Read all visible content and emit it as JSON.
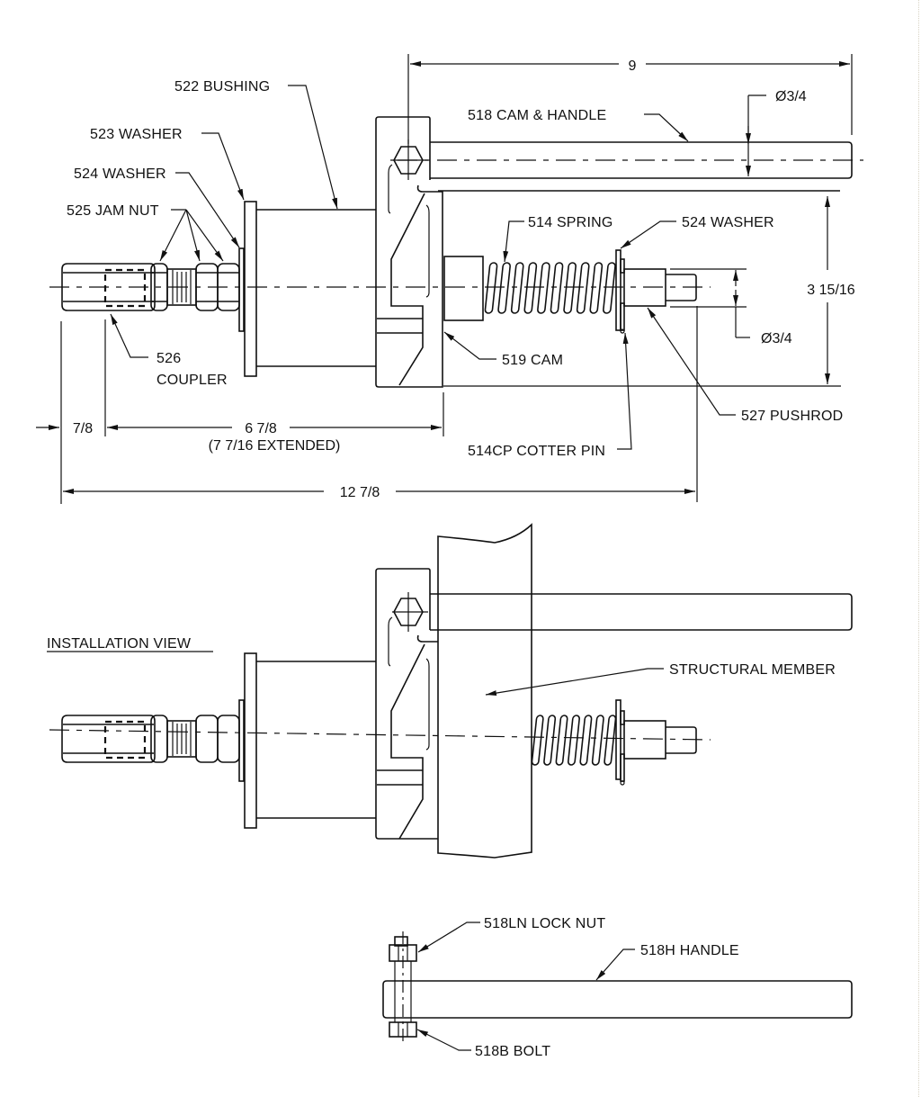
{
  "drawing": {
    "title": "Cam Lock Assembly Drawing",
    "main_view": {
      "labels": {
        "bushing": "522 BUSHING",
        "washer_523": "523 WASHER",
        "washer_524_left": "524 WASHER",
        "jam_nut": "525 JAM NUT",
        "coupler_num": "526",
        "coupler_name": "COUPLER",
        "cam_handle": "518 CAM & HANDLE",
        "spring": "514 SPRING",
        "washer_524_right": "524 WASHER",
        "cam": "519 CAM",
        "pushrod": "527 PUSHROD",
        "cotter_pin": "514CP COTTER PIN"
      },
      "dimensions": {
        "handle_length": "9",
        "handle_diameter": "Ø3/4",
        "height": "3 15/16",
        "pushrod_diameter": "Ø3/4",
        "coupler_offset": "7/8",
        "body_length": "6 7/8",
        "body_length_extended": "(7 7/16 EXTENDED)",
        "overall_length": "12 7/8"
      }
    },
    "installation_view": {
      "title": "INSTALLATION VIEW",
      "labels": {
        "structural_member": "STRUCTURAL MEMBER"
      }
    },
    "handle_detail": {
      "labels": {
        "lock_nut": "518LN LOCK NUT",
        "handle": "518H HANDLE",
        "bolt": "518B BOLT"
      }
    }
  }
}
